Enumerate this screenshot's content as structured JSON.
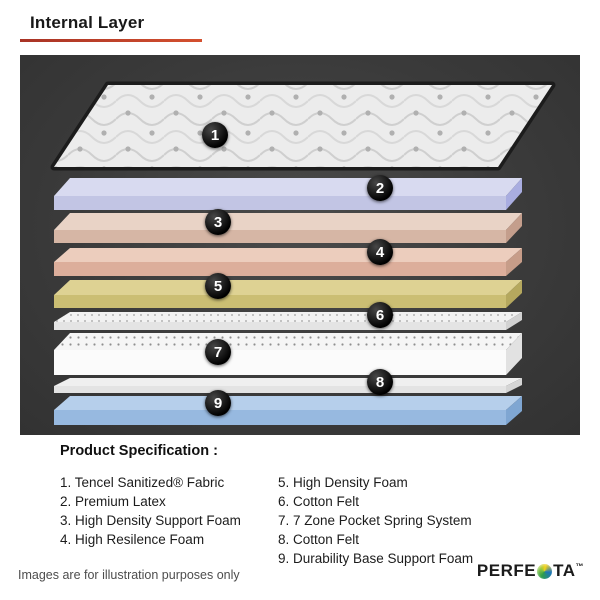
{
  "title": "Internal Layer",
  "accent_color": "#c74a2e",
  "diagram": {
    "badges": [
      {
        "n": "1"
      },
      {
        "n": "2"
      },
      {
        "n": "3"
      },
      {
        "n": "4"
      },
      {
        "n": "5"
      },
      {
        "n": "6"
      },
      {
        "n": "7"
      },
      {
        "n": "8"
      },
      {
        "n": "9"
      }
    ]
  },
  "spec": {
    "heading": "Product Specification :",
    "left": [
      "1. Tencel Sanitized® Fabric",
      "2. Premium Latex",
      "3. High Density Support Foam",
      "4. High Resilence Foam"
    ],
    "right": [
      "5. High Density Foam",
      "6. Cotton Felt",
      "7. 7 Zone Pocket Spring System",
      "8. Cotton Felt",
      "9. Durability Base Support Foam"
    ]
  },
  "footer": {
    "disclaimer": "Images are for illustration purposes only",
    "brand_prefix": "PERFE",
    "brand_suffix": "TA",
    "trademark": "™"
  }
}
